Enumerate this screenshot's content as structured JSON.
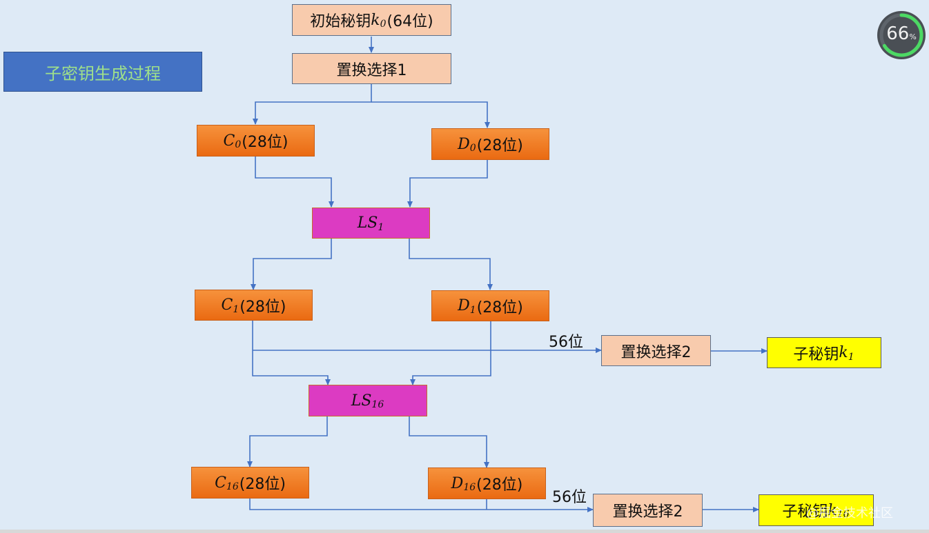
{
  "title": "子密钥生成过程",
  "initial_key": {
    "prefix": "初始秘钥",
    "symbol": "k",
    "sub": "0",
    "suffix": "(64位)"
  },
  "pc1": "置换选择1",
  "c0": {
    "symbol": "C",
    "sub": "0",
    "suffix": "(28位)"
  },
  "d0": {
    "symbol": "D",
    "sub": "0",
    "suffix": "(28位)"
  },
  "ls1": {
    "symbol": "LS",
    "sub": "1"
  },
  "c1": {
    "symbol": "C",
    "sub": "1",
    "suffix": "(28位)"
  },
  "d1": {
    "symbol": "D",
    "sub": "1",
    "suffix": "(28位)"
  },
  "bits_label_1": "56位",
  "pc2_a": "置换选择2",
  "subkey1": {
    "prefix": "子秘钥",
    "symbol": "k",
    "sub": "1"
  },
  "ls16": {
    "symbol": "LS",
    "sub": "16"
  },
  "c16": {
    "symbol": "C",
    "sub": "16",
    "suffix": "(28位)"
  },
  "d16": {
    "symbol": "D",
    "sub": "16",
    "suffix": "(28位)"
  },
  "bits_label_2": "56位",
  "pc2_b": "置换选择2",
  "subkey16": {
    "prefix": "子秘钥",
    "symbol": "k",
    "sub": "16"
  },
  "progress": {
    "value": 66,
    "unit": "%"
  },
  "watermark": "@掘金技术社区",
  "colors": {
    "background": "#deeaf6",
    "connector": "#4472c4",
    "peach": "#f8cbad",
    "orange": "#ed7d31",
    "magenta": "#dc3bc2",
    "yellow": "#ffff00",
    "title_bg": "#4472c4",
    "title_text": "#9fe08a"
  }
}
